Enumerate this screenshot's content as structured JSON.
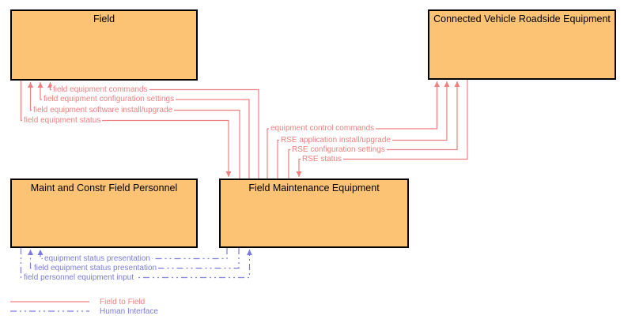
{
  "entities": {
    "field": {
      "title": "Field"
    },
    "connected_vehicle_roadside_equipment": {
      "title": "Connected Vehicle Roadside Equipment"
    },
    "maint_and_constr_field_personnel": {
      "title": "Maint and Constr Field Personnel"
    },
    "field_maintenance_equipment": {
      "title": "Field Maintenance Equipment"
    }
  },
  "flows": {
    "field_equipment_commands": {
      "label": "field equipment commands",
      "from": "Field Maintenance Equipment",
      "to": "Field",
      "interface": "Field to Field"
    },
    "field_equipment_configuration_settings": {
      "label": "field equipment configuration settings",
      "from": "Field Maintenance Equipment",
      "to": "Field",
      "interface": "Field to Field"
    },
    "field_equipment_software_install_upgrade": {
      "label": "field equipment software install/upgrade",
      "from": "Field Maintenance Equipment",
      "to": "Field",
      "interface": "Field to Field"
    },
    "field_equipment_status": {
      "label": "field equipment status",
      "from": "Field",
      "to": "Field Maintenance Equipment",
      "interface": "Field to Field"
    },
    "equipment_control_commands": {
      "label": "equipment control commands",
      "from": "Field Maintenance Equipment",
      "to": "Connected Vehicle Roadside Equipment",
      "interface": "Field to Field"
    },
    "rse_application_install_upgrade": {
      "label": "RSE application install/upgrade",
      "from": "Field Maintenance Equipment",
      "to": "Connected Vehicle Roadside Equipment",
      "interface": "Field to Field"
    },
    "rse_configuration_settings": {
      "label": "RSE configuration settings",
      "from": "Field Maintenance Equipment",
      "to": "Connected Vehicle Roadside Equipment",
      "interface": "Field to Field"
    },
    "rse_status": {
      "label": "RSE status",
      "from": "Connected Vehicle Roadside Equipment",
      "to": "Field Maintenance Equipment",
      "interface": "Field to Field"
    },
    "equipment_status_presentation": {
      "label": "equipment status presentation",
      "from": "Field Maintenance Equipment",
      "to": "Maint and Constr Field Personnel",
      "interface": "Human Interface"
    },
    "field_equipment_status_presentation": {
      "label": "field equipment status presentation",
      "from": "Field Maintenance Equipment",
      "to": "Maint and Constr Field Personnel",
      "interface": "Human Interface"
    },
    "field_personnel_equipment_input": {
      "label": "field personnel equipment input",
      "from": "Maint and Constr Field Personnel",
      "to": "Field Maintenance Equipment",
      "interface": "Human Interface"
    }
  },
  "legend": {
    "items": [
      {
        "label": "Field to Field",
        "style": "solid",
        "color": "#F08080"
      },
      {
        "label": "Human Interface",
        "style": "dash-dot",
        "color": "#7B7BDF"
      }
    ]
  },
  "colors": {
    "entity_fill": "#FCC374",
    "entity_border": "#000000",
    "field_to_field_line": "#F08080",
    "human_interface_line": "#7B7BDF",
    "background": "#FFFFFF"
  }
}
